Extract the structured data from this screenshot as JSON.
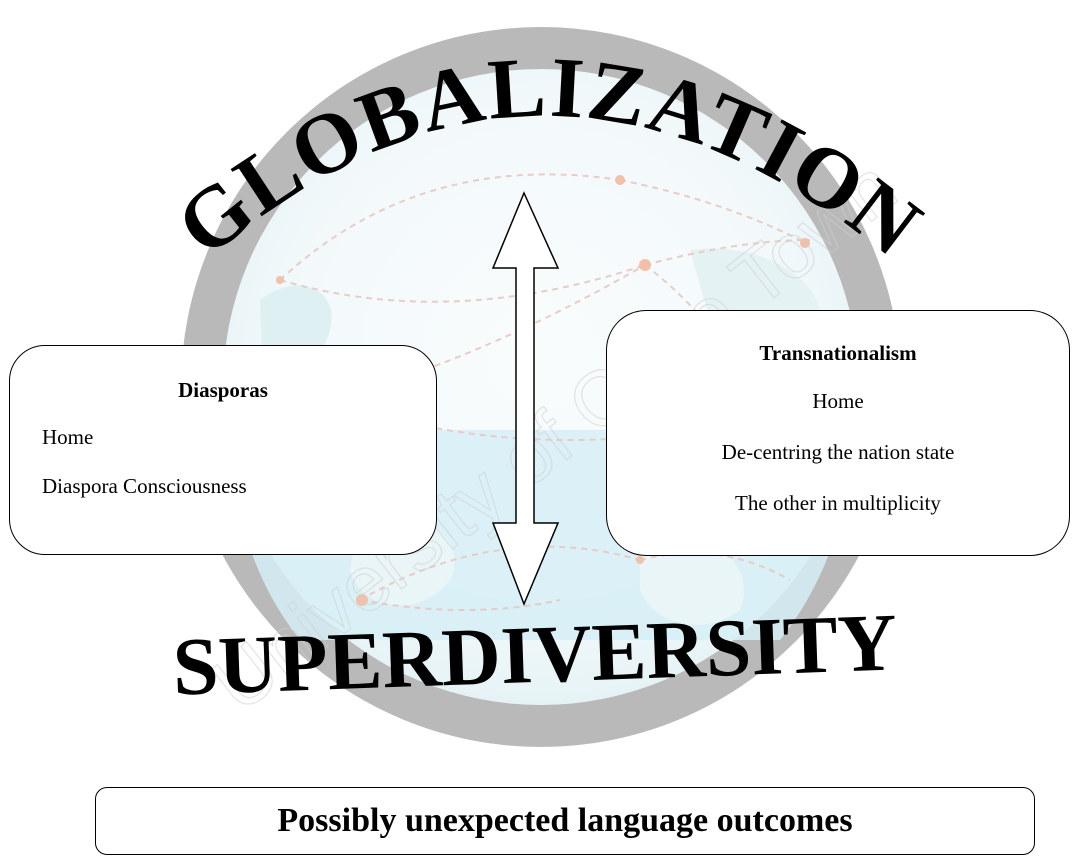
{
  "diagram": {
    "top_label": "GLOBALIZATION",
    "bottom_label": "SUPERDIVERSITY",
    "watermark": "University of Cape Town"
  },
  "diasporas": {
    "title": "Diasporas",
    "items": [
      "Home",
      "Diaspora Consciousness"
    ]
  },
  "transnationalism": {
    "title": "Transnationalism",
    "items": [
      "Home",
      "De-centring the nation state",
      "The other in multiplicity"
    ]
  },
  "outcome": {
    "label": "Possibly unexpected language outcomes"
  },
  "colors": {
    "ring": "#b9b9b9",
    "globe_center": "#f8fbfc",
    "globe_land": "#e3f1f3",
    "globe_ocean": "#d8f0f6",
    "network_line": "#e9cbc3",
    "network_node": "#f2c4b0",
    "text": "#000000",
    "watermark": "#dddddd"
  }
}
